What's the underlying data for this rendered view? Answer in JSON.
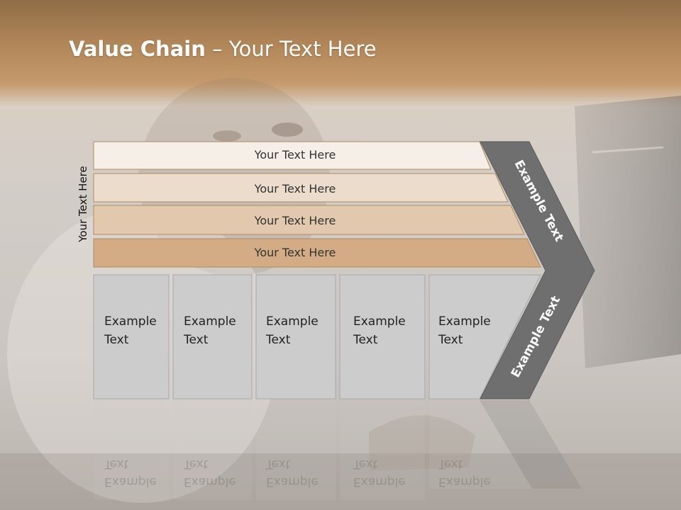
{
  "title": {
    "bold": "Value Chain",
    "rest": " – Your Text Here"
  },
  "side_label": "Your Text Here",
  "bands": [
    {
      "label": "Your Text Here",
      "color": "#f6efe7"
    },
    {
      "label": "Your Text Here",
      "color": "#ecdccb"
    },
    {
      "label": "Your Text Here",
      "color": "#e2c8ad"
    },
    {
      "label": "Your Text Here",
      "color": "#d3ac86"
    }
  ],
  "cells": [
    {
      "line1": "Example",
      "line2": "Text"
    },
    {
      "line1": "Example",
      "line2": "Text"
    },
    {
      "line1": "Example",
      "line2": "Text"
    },
    {
      "line1": "Example",
      "line2": "Text"
    },
    {
      "line1": "Example",
      "line2": "Text"
    }
  ],
  "chevron": {
    "upper_label": "Example Text",
    "lower_label": "Example Text",
    "color": "#6f6f6f"
  },
  "colors": {
    "cell_fill": "#cccccc",
    "cell_border": "#a9a9a9",
    "band_border": "#b08a60"
  }
}
